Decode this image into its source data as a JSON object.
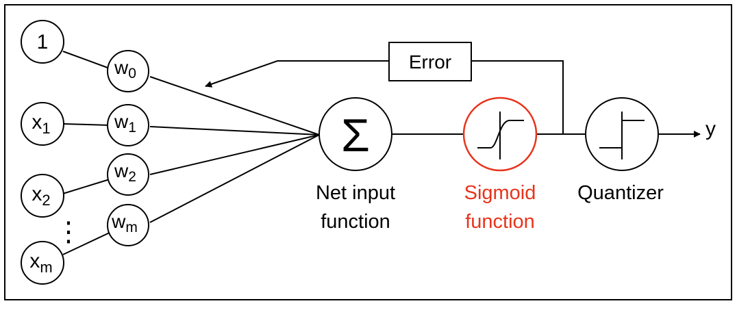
{
  "inputs": {
    "bias": "1",
    "x1_base": "x",
    "x1_sub": "1",
    "x2_base": "x",
    "x2_sub": "2",
    "xm_base": "x",
    "xm_sub": "m",
    "ellipsis": "⋮"
  },
  "weights": {
    "w0_base": "w",
    "w0_sub": "0",
    "w1_base": "w",
    "w1_sub": "1",
    "w2_base": "w",
    "w2_sub": "2",
    "wm_base": "w",
    "wm_sub": "m"
  },
  "sum_symbol": "Σ",
  "error_label": "Error",
  "net_input_label": [
    "Net input",
    "function"
  ],
  "sigmoid_label": [
    "Sigmoid",
    "function"
  ],
  "quantizer_label": "Quantizer",
  "output_label": "y",
  "colors": {
    "accent": "#e8341c",
    "stroke": "#000000",
    "background": "#ffffff"
  }
}
